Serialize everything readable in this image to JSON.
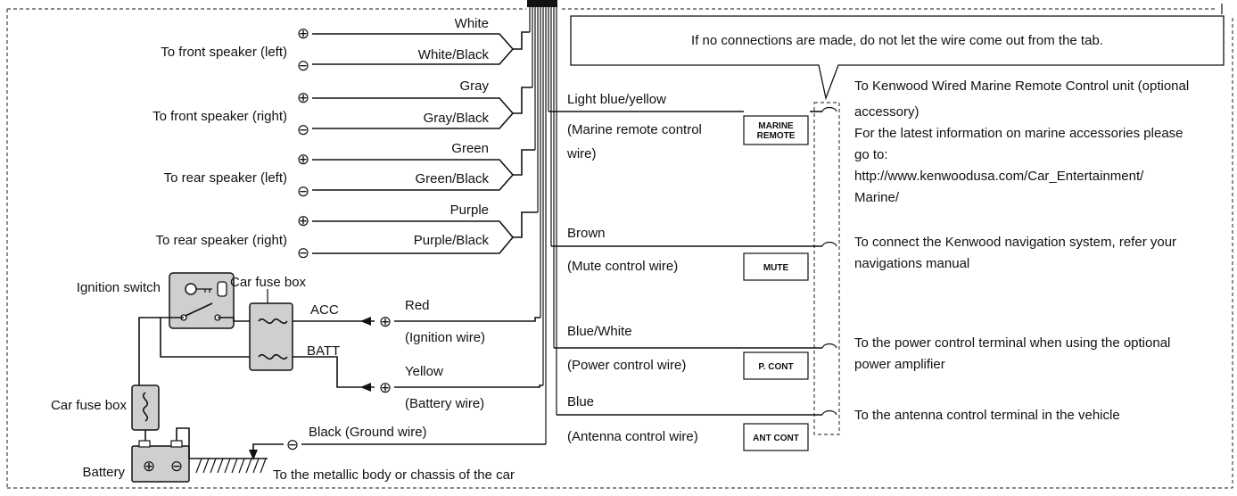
{
  "note": "If no connections are made, do not let the wire come out from the tab.",
  "speakers": [
    {
      "label": "To front speaker (left)",
      "wire_plus": "White",
      "wire_minus": "White/Black"
    },
    {
      "label": "To front speaker (right)",
      "wire_plus": "Gray",
      "wire_minus": "Gray/Black"
    },
    {
      "label": "To rear speaker (left)",
      "wire_plus": "Green",
      "wire_minus": "Green/Black"
    },
    {
      "label": "To rear speaker (right)",
      "wire_plus": "Purple",
      "wire_minus": "Purple/Black"
    }
  ],
  "polarity": {
    "plus": "⊕",
    "minus": "⊖"
  },
  "power": {
    "ignition_switch": "Ignition switch",
    "car_fuse_box": "Car fuse box",
    "acc": "ACC",
    "batt": "BATT",
    "red": "Red",
    "ignition_wire": "(Ignition wire)",
    "yellow": "Yellow",
    "battery_wire": "(Battery wire)",
    "battery": "Battery",
    "ground": "Black (Ground wire)",
    "chassis": "To the metallic body or chassis of the car"
  },
  "right_wires": [
    {
      "color": "Light blue/yellow",
      "desc": [
        "(Marine remote control",
        "wire)"
      ],
      "tag": [
        "MARINE",
        "REMOTE"
      ],
      "info": [
        "To Kenwood Wired Marine Remote Control unit (optional",
        "accessory)",
        "For the latest information on marine accessories please",
        "go to:",
        "http://www.kenwoodusa.com/Car_Entertainment/",
        "Marine/"
      ]
    },
    {
      "color": "Brown",
      "desc": [
        "(Mute control wire)"
      ],
      "tag": [
        "MUTE"
      ],
      "info": [
        "To connect the Kenwood navigation system, refer your",
        "navigations manual"
      ]
    },
    {
      "color": "Blue/White",
      "desc": [
        "(Power control wire)"
      ],
      "tag": [
        "P. CONT"
      ],
      "info": [
        "To the power control terminal when using the optional",
        "power amplifier"
      ]
    },
    {
      "color": "Blue",
      "desc": [
        "(Antenna control wire)"
      ],
      "tag": [
        "ANT CONT"
      ],
      "info": [
        "To the antenna control terminal in the vehicle"
      ]
    }
  ]
}
